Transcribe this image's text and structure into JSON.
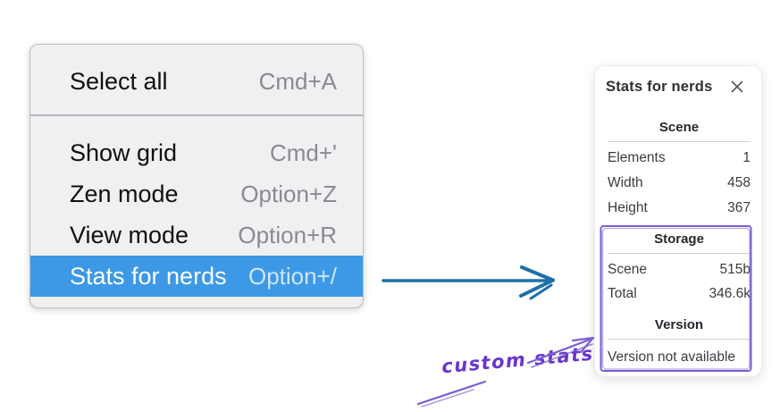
{
  "menu": {
    "items": [
      {
        "label": "Select all",
        "shortcut": "Cmd+A"
      },
      {
        "label": "Show grid",
        "shortcut": "Cmd+'"
      },
      {
        "label": "Zen mode",
        "shortcut": "Option+Z"
      },
      {
        "label": "View mode",
        "shortcut": "Option+R"
      },
      {
        "label": "Stats for nerds",
        "shortcut": "Option+/"
      }
    ],
    "selected_item": "Stats for nerds",
    "colors": {
      "background": "#f0f0f2",
      "highlight": "#3d99e6",
      "shortcut_text": "#8a8a8f"
    }
  },
  "panel": {
    "title": "Stats for nerds",
    "close_icon": "close-icon",
    "sections": [
      {
        "heading": "Scene",
        "rows": [
          {
            "label": "Elements",
            "value": "1"
          },
          {
            "label": "Width",
            "value": "458"
          },
          {
            "label": "Height",
            "value": "367"
          }
        ]
      },
      {
        "heading": "Storage",
        "rows": [
          {
            "label": "Scene",
            "value": "515b"
          },
          {
            "label": "Total",
            "value": "346.6k"
          }
        ]
      },
      {
        "heading": "Version",
        "note": "Version not available"
      }
    ]
  },
  "annotation": {
    "label": "custom stats",
    "color": "#6a35d0",
    "box_color": "#7a5fd0"
  },
  "flow_arrow": {
    "color": "#1e6fa8"
  }
}
